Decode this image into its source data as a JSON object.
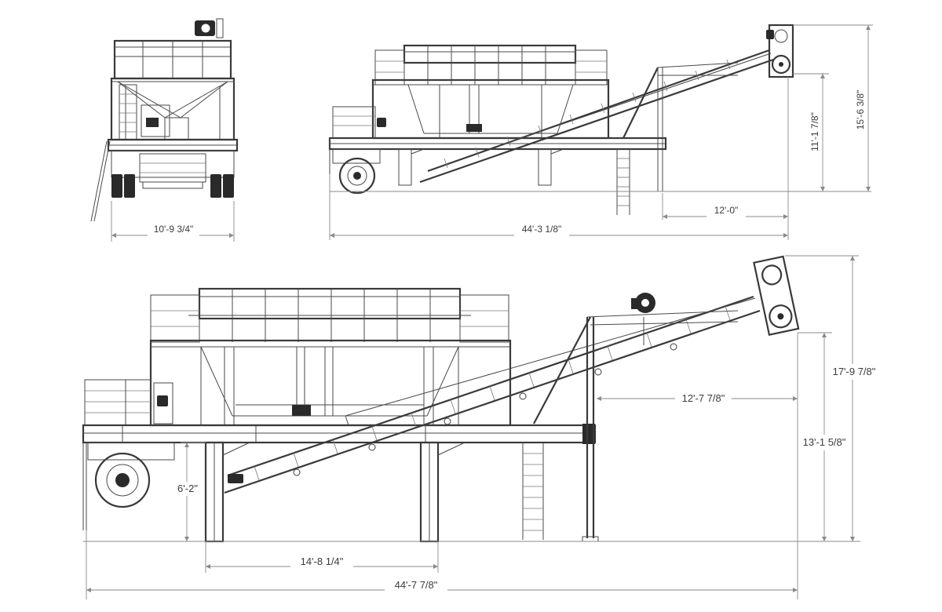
{
  "drawing": {
    "views": {
      "front_end_view": {
        "width_dim": "10'-9 3/4\""
      },
      "top_side_view": {
        "length_dim": "44'-3 1/8\"",
        "reach_dim": "12'-0\"",
        "discharge_height_dim": "11'-1 7/8\"",
        "overall_height_dim": "15'-6 3/8\""
      },
      "main_side_view": {
        "overall_length_dim": "44'-7 7/8\"",
        "leg_spacing_dim": "14'-8 1/4\"",
        "reach_dim": "12'-7 7/8\"",
        "frame_height_dim": "6'-2\"",
        "discharge_height_dim": "13'-1 5/8\"",
        "overall_height_dim": "17'-9 7/8\""
      }
    }
  }
}
